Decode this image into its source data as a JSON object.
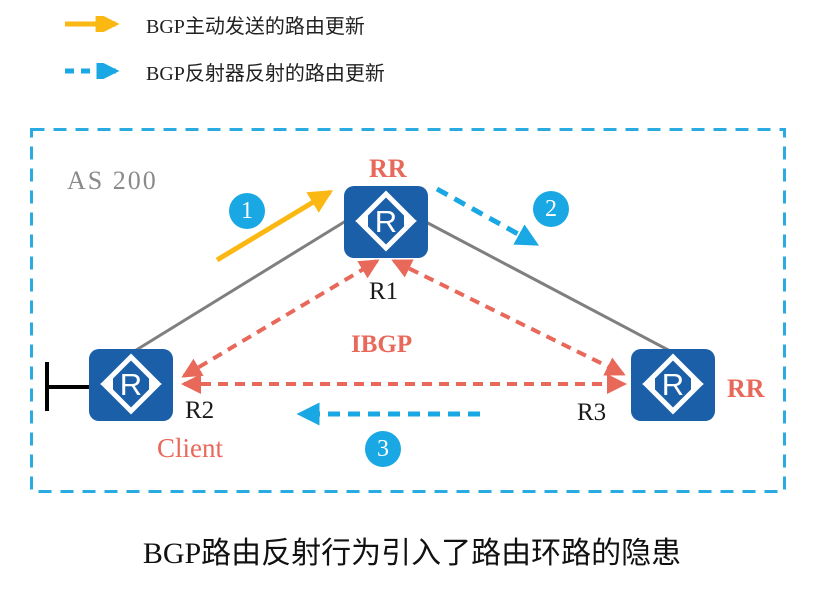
{
  "legend": {
    "items": [
      {
        "name": "bgp-originated-route-update",
        "arrow_style": "solid",
        "color": "#FBB712",
        "label": "BGP主动发送的路由更新"
      },
      {
        "name": "bgp-reflected-route-update",
        "arrow_style": "dashed",
        "color": "#19A8E3",
        "label": "BGP反射器反射的路由更新"
      }
    ]
  },
  "diagram": {
    "as_label": "AS 200",
    "ibgp_label": "IBGP",
    "routers": [
      {
        "name": "R1",
        "role": "RR",
        "icon_letter": "R"
      },
      {
        "name": "R2",
        "role": "Client",
        "icon_letter": "R"
      },
      {
        "name": "R3",
        "role": "RR",
        "icon_letter": "R"
      }
    ],
    "steps": [
      {
        "num": "1"
      },
      {
        "num": "2"
      },
      {
        "num": "3"
      }
    ],
    "colors": {
      "router_blue": "#1A5FA8",
      "ibgp_red": "#E8685A",
      "update_yellow": "#FBB712",
      "reflect_cyan": "#19A8E3",
      "link_gray": "#7F7F7F",
      "boundary_cyan": "#29ABE2"
    }
  },
  "caption": "BGP路由反射行为引入了路由环路的隐患"
}
